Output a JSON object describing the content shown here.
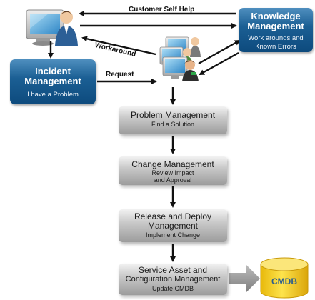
{
  "knowledge_box": {
    "title_line1": "Knowledge",
    "title_line2": "Management",
    "sub_line1": "Work arounds and",
    "sub_line2": "Known Errors"
  },
  "incident_box": {
    "title_line1": "Incident",
    "title_line2": "Management",
    "sub": "I have a Problem"
  },
  "edge_labels": {
    "customer_self_help": "Customer Self Help",
    "workaround": "Workaround",
    "request": "Request"
  },
  "process_steps": [
    {
      "title": "Problem Management",
      "sub_line1": "Find a Solution"
    },
    {
      "title": "Change Management",
      "sub_line1": "Review Impact",
      "sub_line2": "and Approval"
    },
    {
      "title_line1": "Release and Deploy",
      "title_line2": "Management",
      "sub_line1": "Implement Change"
    },
    {
      "title_line1": "Service Asset and",
      "title_line2": "Configuration Management",
      "sub_line1": "Update CMDB"
    }
  ],
  "cmdb": {
    "label": "CMDB"
  },
  "colors": {
    "accent_blue": "#1b5f94",
    "box_gray": "#b5b5b5",
    "cmdb_yellow": "#f5d21a",
    "arrow": "#111111"
  }
}
